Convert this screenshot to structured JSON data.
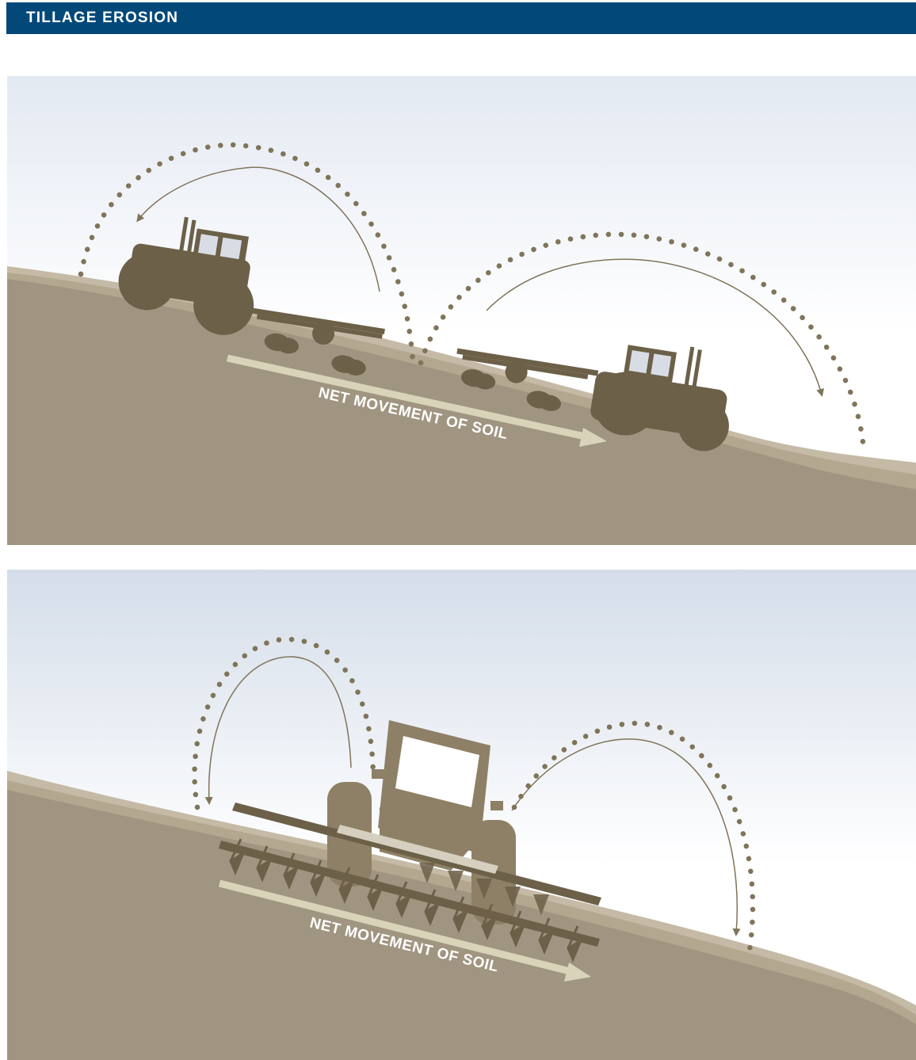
{
  "header": {
    "title": "TILLAGE EROSION"
  },
  "colors": {
    "header_bg": "#02497a",
    "sky_top": "#d6dfeb",
    "sky_bottom": "#ffffff",
    "soil_light": "#c4b9a5",
    "soil_mid": "#b3a78f",
    "soil_dark": "#a09580",
    "tractor": "#6c6049",
    "tractor_front": "#8e8066",
    "arrow_line": "#d8d3b8",
    "dots": "#807459"
  },
  "panels": [
    {
      "name": "tractors-up-and-down-slope",
      "label": "NET MOVEMENT OF SOIL"
    },
    {
      "name": "tractor-across-slope",
      "label": "NET MOVEMENT OF SOIL"
    }
  ]
}
